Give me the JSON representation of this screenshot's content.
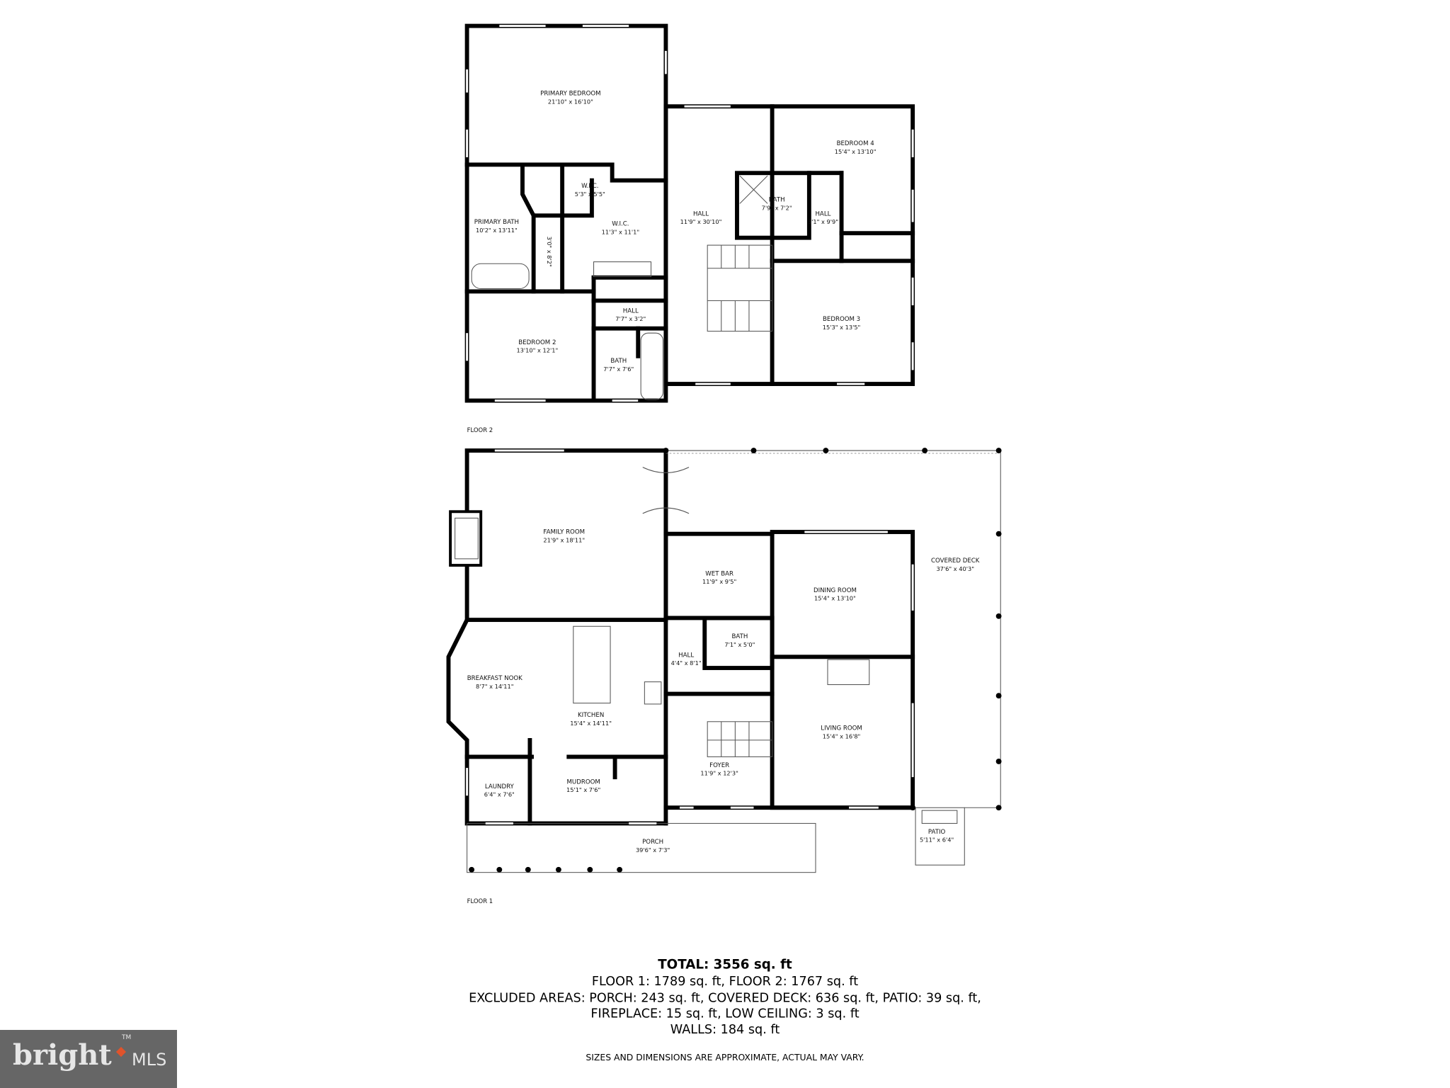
{
  "floor2": {
    "label": "FLOOR 2",
    "rooms": [
      {
        "name": "PRIMARY BEDROOM",
        "dims": "21'10\" x 16'10\""
      },
      {
        "name": "PRIMARY BATH",
        "dims": "10'2\" x 13'11\""
      },
      {
        "name": "W.I.C.",
        "dims": "5'3\" x 5'5\""
      },
      {
        "name": "W.I.C.",
        "dims": "11'3\" x 11'1\""
      },
      {
        "name": "",
        "dims": "3'0\" x 8'2\""
      },
      {
        "name": "HALL",
        "dims": "11'9\" x 30'10\""
      },
      {
        "name": "BATH",
        "dims": "7'9\" x 7'2\""
      },
      {
        "name": "HALL",
        "dims": "3'1\" x 9'9\""
      },
      {
        "name": "BEDROOM 4",
        "dims": "15'4\" x 13'10\""
      },
      {
        "name": "BEDROOM 3",
        "dims": "15'3\" x 13'5\""
      },
      {
        "name": "HALL",
        "dims": "7'7\" x 3'2\""
      },
      {
        "name": "BEDROOM 2",
        "dims": "13'10\" x 12'1\""
      },
      {
        "name": "BATH",
        "dims": "7'7\" x 7'6\""
      }
    ]
  },
  "floor1": {
    "label": "FLOOR 1",
    "rooms": [
      {
        "name": "FAMILY ROOM",
        "dims": "21'9\" x 18'11\""
      },
      {
        "name": "WET BAR",
        "dims": "11'9\" x 9'5\""
      },
      {
        "name": "DINING ROOM",
        "dims": "15'4\" x 13'10\""
      },
      {
        "name": "COVERED DECK",
        "dims": "37'6\" x 40'3\""
      },
      {
        "name": "BATH",
        "dims": "7'1\" x 5'0\""
      },
      {
        "name": "HALL",
        "dims": "4'4\" x 8'1\""
      },
      {
        "name": "BREAKFAST NOOK",
        "dims": "8'7\" x 14'11\""
      },
      {
        "name": "KITCHEN",
        "dims": "15'4\" x 14'11\""
      },
      {
        "name": "LIVING ROOM",
        "dims": "15'4\" x 16'8\""
      },
      {
        "name": "FOYER",
        "dims": "11'9\" x 12'3\""
      },
      {
        "name": "LAUNDRY",
        "dims": "6'4\" x 7'6\""
      },
      {
        "name": "MUDROOM",
        "dims": "15'1\" x 7'6\""
      },
      {
        "name": "PORCH",
        "dims": "39'6\" x 7'3\""
      },
      {
        "name": "PATIO",
        "dims": "5'11\" x 6'4\""
      }
    ]
  },
  "summary": {
    "total": "TOTAL: 3556 sq. ft",
    "floors": "FLOOR 1: 1789 sq. ft, FLOOR 2: 1767 sq. ft",
    "excluded_1": "EXCLUDED AREAS: PORCH: 243 sq. ft, COVERED DECK: 636 sq. ft, PATIO: 39 sq. ft,",
    "excluded_2": "FIREPLACE: 15 sq. ft, LOW CEILING: 3 sq. ft",
    "walls": "WALLS: 184 sq. ft",
    "disclaimer": "SIZES AND DIMENSIONS ARE APPROXIMATE, ACTUAL MAY VARY."
  },
  "logo": {
    "brand": "bright",
    "suffix": "MLS",
    "tm": "TM",
    "background": "#666666",
    "accent": "#e0532b"
  }
}
